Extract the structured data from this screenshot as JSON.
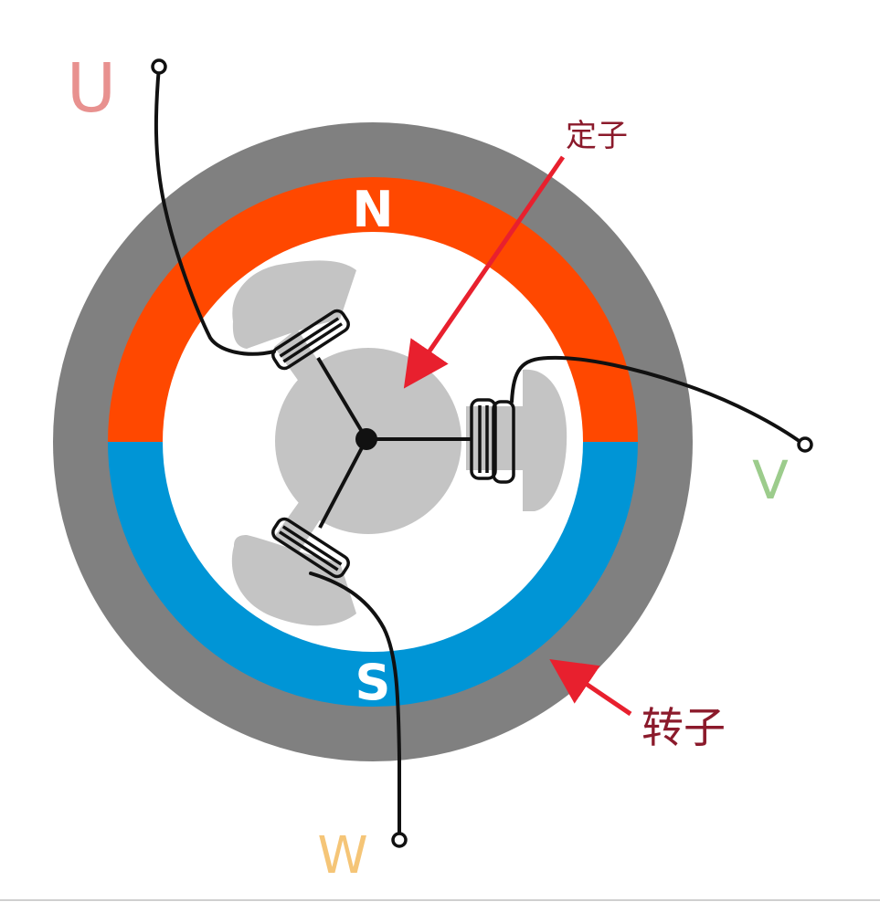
{
  "diagram": {
    "poles": {
      "north": "N",
      "south": "S"
    },
    "phases": {
      "u": "U",
      "v": "V",
      "w": "W"
    },
    "callouts": {
      "stator": "定子",
      "rotor": "转子"
    },
    "colors": {
      "rotor_ring": "#808080",
      "north_pole": "#ff4800",
      "south_pole": "#0095d6",
      "stator_core": "#c4c4c4",
      "wire": "#111111",
      "arrow": "#e8202e",
      "callout_text": "#8b1a2b",
      "phase_u": "#e8918f",
      "phase_v": "#9ccc8c",
      "phase_w": "#f5c577"
    }
  }
}
